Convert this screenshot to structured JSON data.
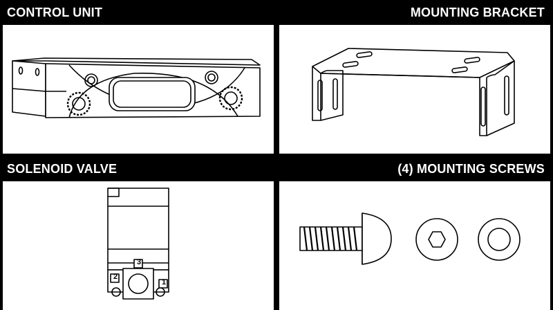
{
  "panels": {
    "control_unit": {
      "title": "CONTROL UNIT"
    },
    "mounting_bracket": {
      "title": "MOUNTING BRACKET"
    },
    "solenoid_valve": {
      "title": "SOLENOID VALVE",
      "port_labels": {
        "top": "3",
        "left": "2",
        "right": "1"
      }
    },
    "mounting_screws": {
      "title": "(4) MOUNTING SCREWS"
    }
  },
  "colors": {
    "background": "#000000",
    "panel": "#ffffff",
    "line": "#000000"
  }
}
